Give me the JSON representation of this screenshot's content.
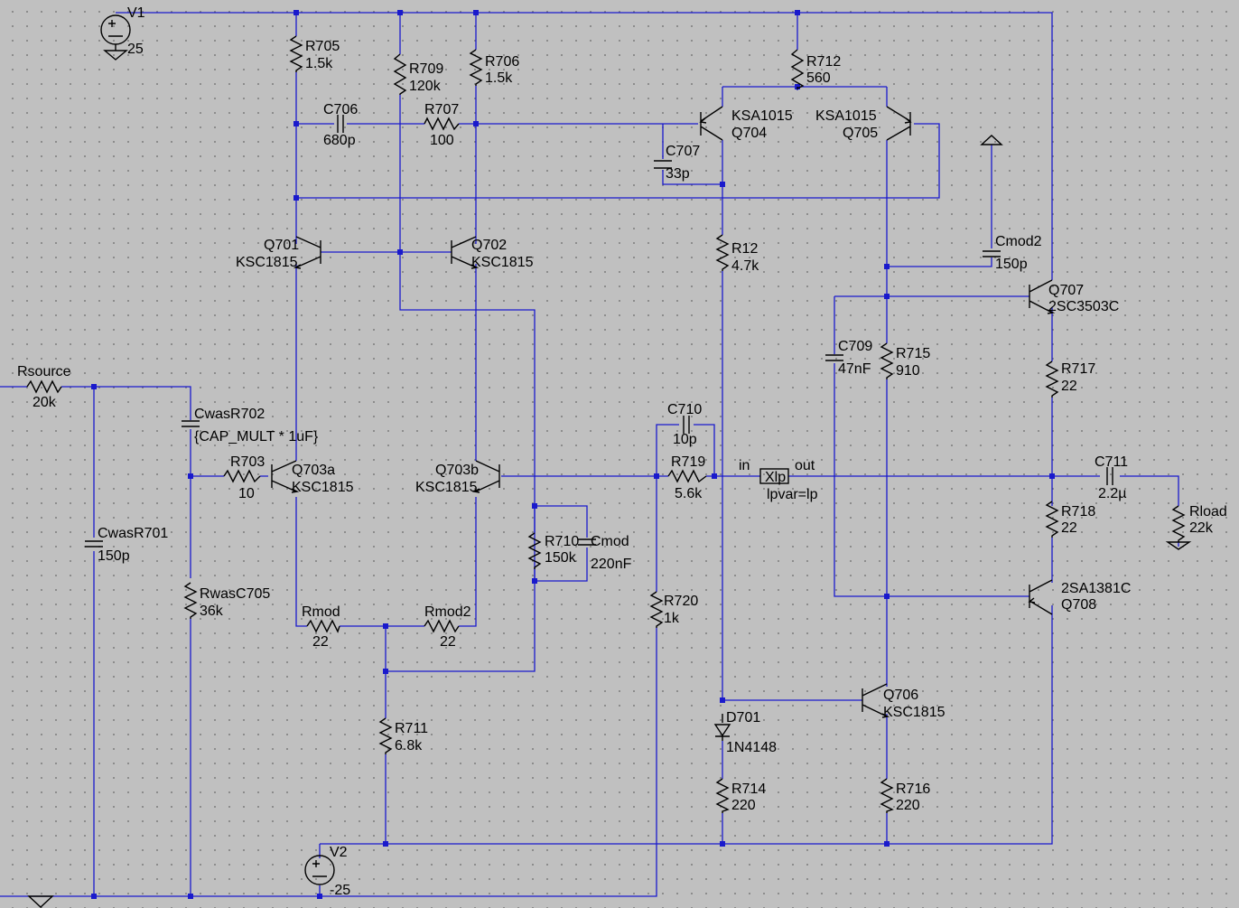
{
  "labels": {
    "v1": "V1",
    "v1_val": "25",
    "v2": "V2",
    "v2_val": "-25",
    "r705": "R705",
    "r705v": "1.5k",
    "r709": "R709",
    "r709v": "120k",
    "r706": "R706",
    "r706v": "1.5k",
    "r712": "R712",
    "r712v": "560",
    "c706": "C706",
    "c706v": "680p",
    "r707": "R707",
    "r707v": "100",
    "c707": "C707",
    "c707v": "33p",
    "q704n": "KSA1015",
    "q704": "Q704",
    "q705n": "KSA1015",
    "q705": "Q705",
    "q701": "Q701",
    "q701n": "KSC1815",
    "q702": "Q702",
    "q702n": "KSC1815",
    "r12": "R12",
    "r12v": "4.7k",
    "cmod2": "Cmod2",
    "cmod2v": "150p",
    "q707": "Q707",
    "q707n": "2SC3503C",
    "c709": "C709",
    "c709v": "47nF",
    "r715": "R715",
    "r715v": "910",
    "r717": "R717",
    "r717v": "22",
    "rsource": "Rsource",
    "rsourcev": "20k",
    "cwasr702": "CwasR702",
    "cwasr702v": "{CAP_MULT * 1uF}",
    "r703": "R703",
    "r703v": "10",
    "q703a": "Q703a",
    "q703an": "KSC1815",
    "q703b": "Q703b",
    "q703bn": "KSC1815",
    "c710": "C710",
    "c710v": "10p",
    "r719": "R719",
    "r719v": "5.6k",
    "xin": "in",
    "xout": "out",
    "xlp": "Xlp",
    "xlpv": "lpvar=lp",
    "c711": "C711",
    "c711v": "2.2µ",
    "rload": "Rload",
    "rloadv": "22k",
    "r718": "R718",
    "r718v": "22",
    "cwasr701": "CwasR701",
    "cwasr701v": "150p",
    "r710": "R710",
    "r710v": "150k",
    "cmod": "Cmod",
    "cmodv": "220nF",
    "rwasc705": "RwasC705",
    "rwasc705v": "36k",
    "q708n": "2SA1381C",
    "q708": "Q708",
    "rmod": "Rmod",
    "rmodv": "22",
    "rmod2": "Rmod2",
    "rmod2v": "22",
    "r720": "R720",
    "r720v": "1k",
    "q706": "Q706",
    "q706n": "KSC1815",
    "d701": "D701",
    "d701v": "1N4148",
    "r711": "R711",
    "r711v": "6.8k",
    "r714": "R714",
    "r714v": "220",
    "r716": "R716",
    "r716v": "220"
  },
  "colors": {
    "wire": "#1a1acc",
    "component": "#000000",
    "background": "#c0c0c0"
  }
}
